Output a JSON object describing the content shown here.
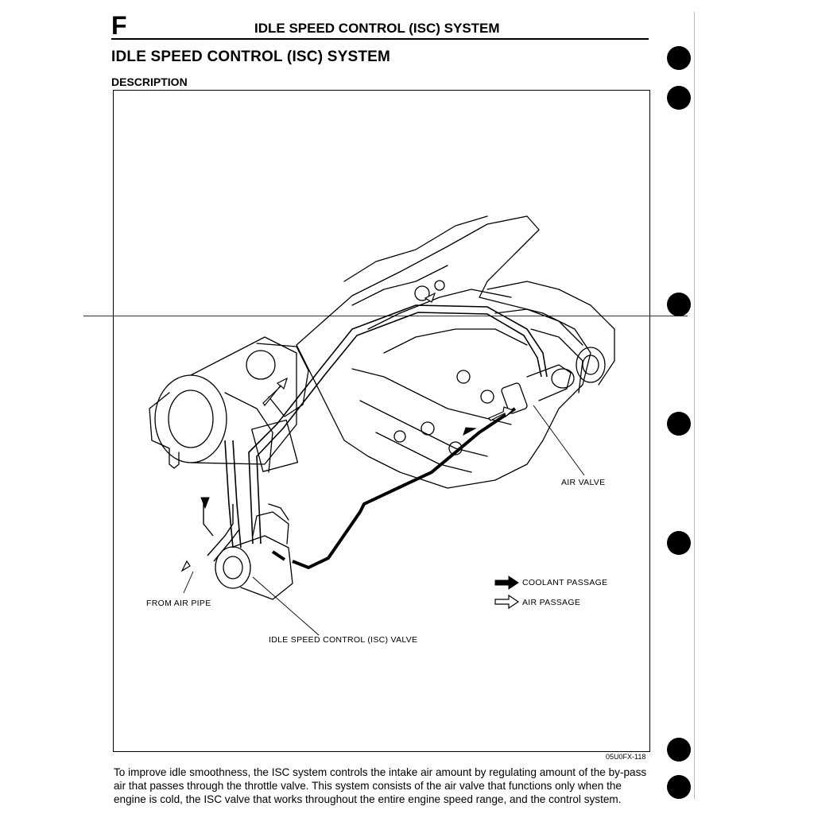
{
  "header": {
    "section_letter": "F",
    "title": "IDLE SPEED CONTROL (ISC) SYSTEM"
  },
  "page_title": "IDLE SPEED CONTROL (ISC) SYSTEM",
  "section_heading": "DESCRIPTION",
  "figure": {
    "labels": {
      "air_valve": "AIR VALVE",
      "from_air_pipe": "FROM AIR PIPE",
      "isc_valve": "IDLE SPEED CONTROL (ISC) VALVE"
    },
    "legend": {
      "coolant": "COOLANT PASSAGE",
      "air": "AIR PASSAGE"
    },
    "code": "05U0FX-118"
  },
  "body_text": "To improve idle smoothness, the ISC system controls the intake air amount by regulating amount of the by-pass air that passes through the throttle valve. This system consists of the air valve that functions only when the engine is cold, the ISC valve that works throughout the entire engine speed range, and the control system.",
  "colors": {
    "ink": "#000000",
    "paper": "#ffffff"
  }
}
